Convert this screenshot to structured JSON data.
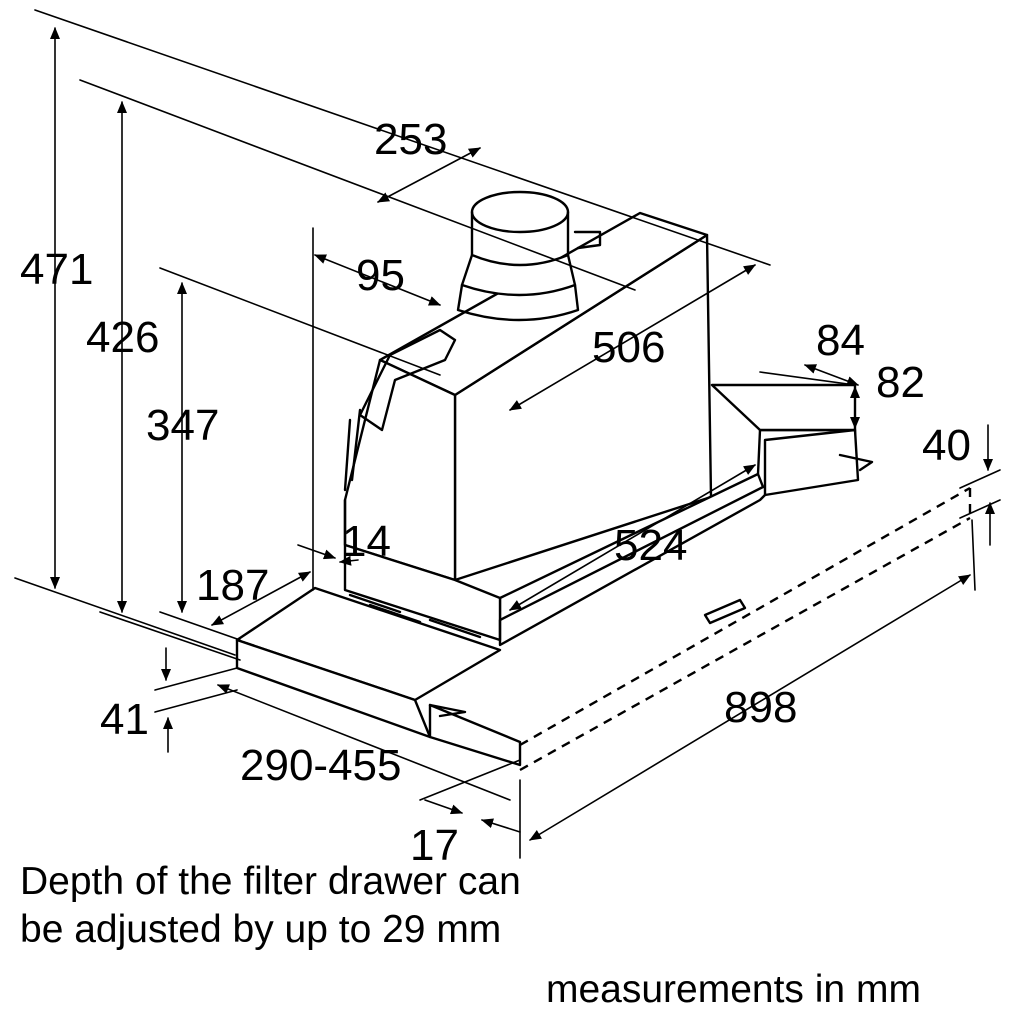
{
  "diagram": {
    "dimensions": {
      "height_total": "471",
      "height_426": "426",
      "height_347": "347",
      "width_253": "253",
      "offset_95": "95",
      "depth_506": "506",
      "offset_84": "84",
      "height_82": "82",
      "height_40": "40",
      "offset_14": "14",
      "width_524": "524",
      "depth_187": "187",
      "height_41": "41",
      "drawer_range": "290-455",
      "offset_17": "17",
      "width_898": "898"
    },
    "note_filter": "Depth of the filter drawer can be adjusted by up to 29 mm",
    "note_units": "measurements in mm"
  }
}
